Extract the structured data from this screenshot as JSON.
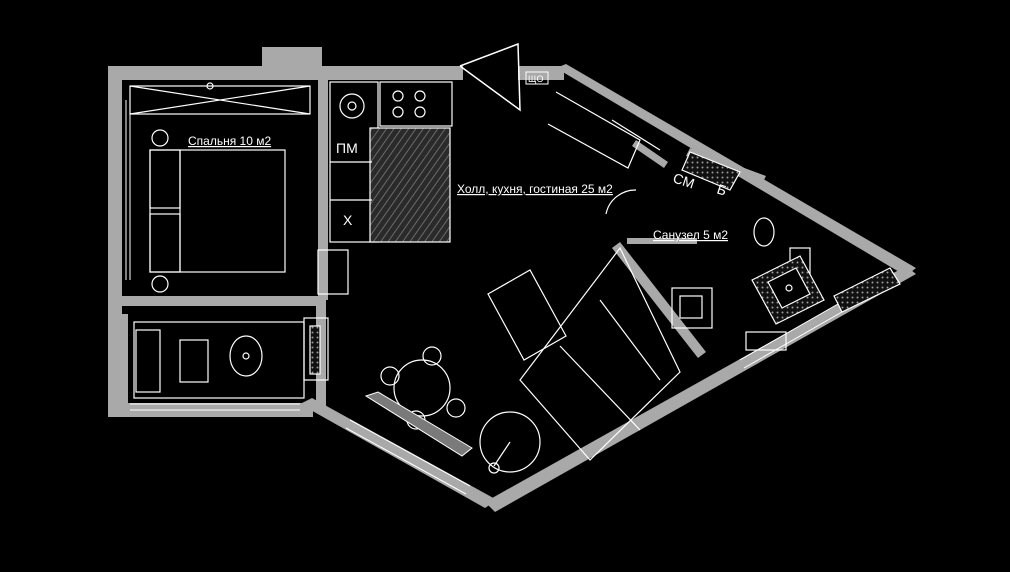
{
  "plan": {
    "rooms": {
      "bedroom": "Спальня 10 м2",
      "hall": "Холл, кухня, гостиная 25 м2",
      "bathroom": "Санузел 5 м2"
    },
    "codes": {
      "dishwasher": "ПМ",
      "fridge": "Х",
      "washer": "СМ",
      "boiler": "Б",
      "panel": "ЩО"
    },
    "colors": {
      "background": "#000000",
      "walls": "#a9a9a9",
      "lines": "#ffffff",
      "accent": "#808080"
    }
  }
}
